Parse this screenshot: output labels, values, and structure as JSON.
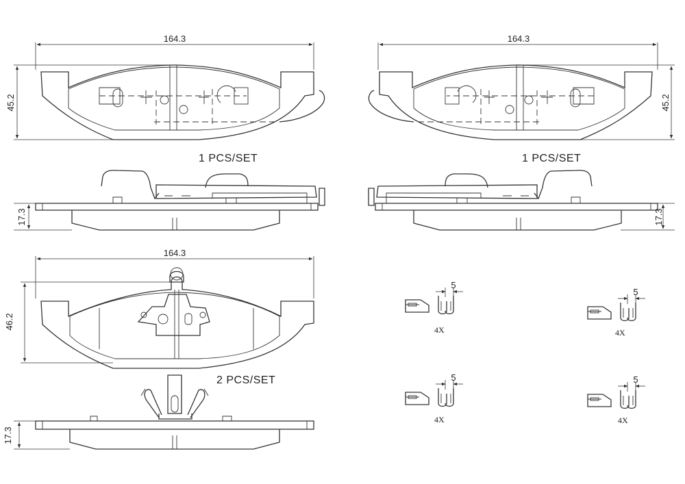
{
  "drawing": {
    "pad_top_left": {
      "width": "164.3",
      "height": "45.2",
      "thickness": "17.3",
      "quantity": "1   PCS/SET"
    },
    "pad_top_right": {
      "width": "164.3",
      "height": "45.2",
      "thickness": "17.3",
      "quantity": "1   PCS/SET"
    },
    "pad_bottom": {
      "width": "164.3",
      "height": "46.2",
      "thickness": "17.3",
      "quantity": "2   PCS/SET"
    },
    "clips": [
      {
        "dimension": "5",
        "quantity": "4X"
      },
      {
        "dimension": "5",
        "quantity": "4X"
      },
      {
        "dimension": "5",
        "quantity": "4X"
      },
      {
        "dimension": "5",
        "quantity": "4X"
      }
    ]
  }
}
